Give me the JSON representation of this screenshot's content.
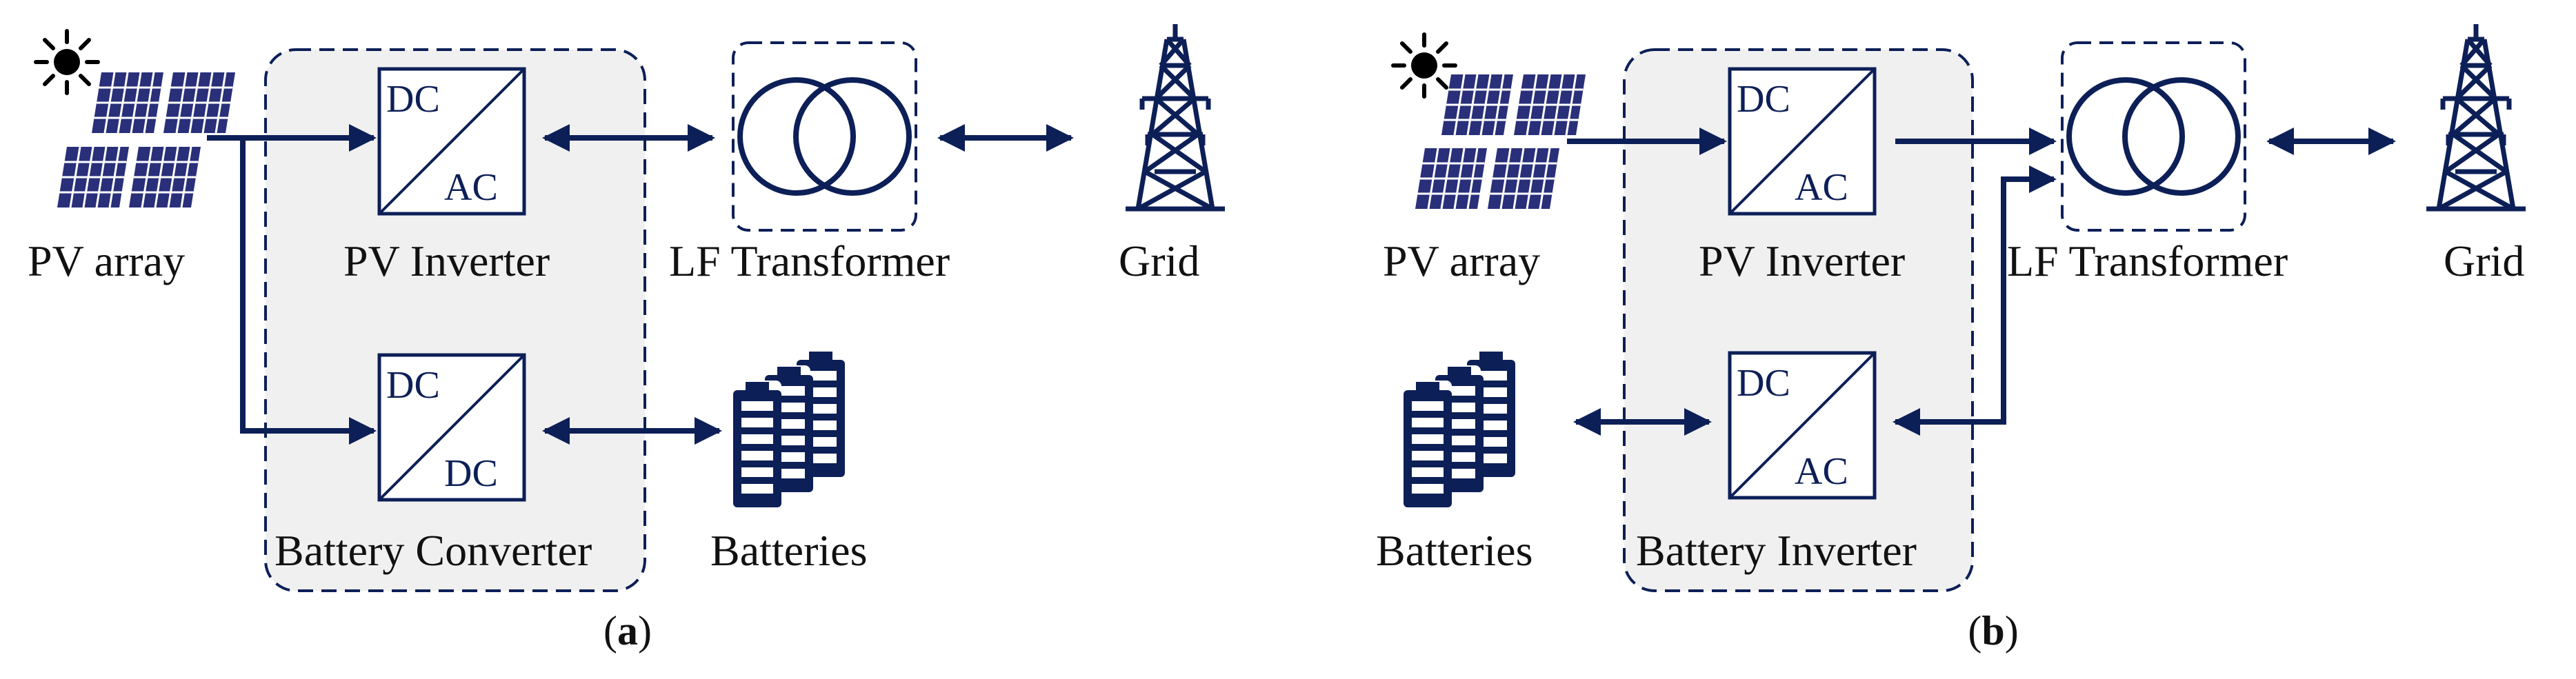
{
  "colors": {
    "primary": "#0d1f57",
    "panel": "#2a2f7a",
    "group_fill": "#f0f0f0",
    "text": "#111111"
  },
  "icons": {
    "sun": "sun-icon",
    "pv": "solar-panel-icon",
    "tower": "transmission-tower-icon",
    "battery": "battery-stack-icon",
    "transformer": "transformer-icon"
  },
  "diagram_a": {
    "caption_open": "(",
    "caption_letter": "a",
    "caption_close": ")",
    "pv_array_label": "PV array",
    "pv_inverter": {
      "label": "PV Inverter",
      "top": "DC",
      "bottom": "AC"
    },
    "battery_converter": {
      "label": "Battery Converter",
      "top": "DC",
      "bottom": "DC"
    },
    "transformer_label": "LF Transformer",
    "grid_label": "Grid",
    "batteries_label": "Batteries"
  },
  "diagram_b": {
    "caption_open": "(",
    "caption_letter": "b",
    "caption_close": ")",
    "pv_array_label": "PV array",
    "pv_inverter": {
      "label": "PV Inverter",
      "top": "DC",
      "bottom": "AC"
    },
    "battery_inverter": {
      "label": "Battery Inverter",
      "top": "DC",
      "bottom": "AC"
    },
    "transformer_label": "LF Transformer",
    "grid_label": "Grid",
    "batteries_label": "Batteries"
  }
}
